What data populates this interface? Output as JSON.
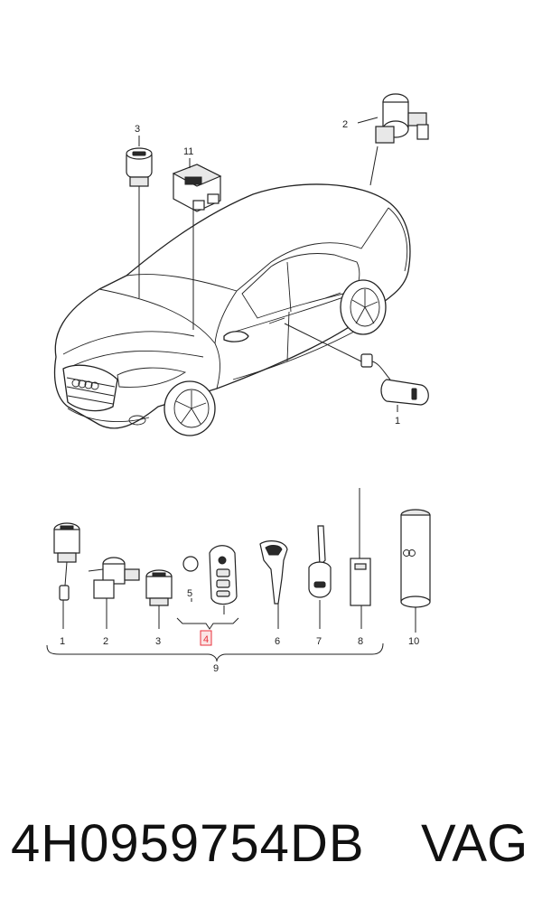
{
  "callouts": {
    "top": {
      "c1": "1",
      "c2": "2",
      "c3": "3",
      "c11": "11"
    },
    "bottom": {
      "b1": "1",
      "b2": "2",
      "b3": "3",
      "b4": "4",
      "b5": "5",
      "b6": "6",
      "b7": "7",
      "b8": "8",
      "b9": "9",
      "b10": "10"
    }
  },
  "highlight_color": "#e8323c",
  "footer": {
    "part_number": "4H0959754DB",
    "brand": "VAG"
  }
}
